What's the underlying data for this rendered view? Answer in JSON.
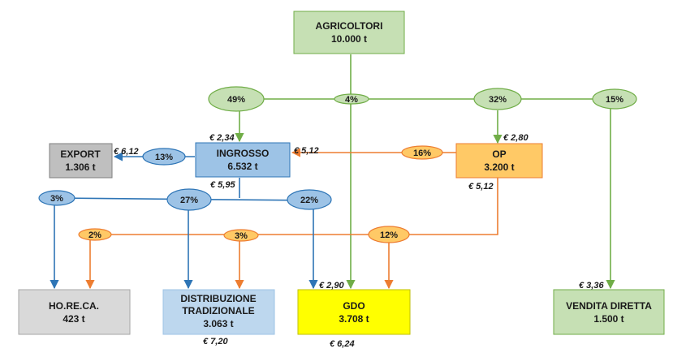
{
  "nodes": {
    "agricoltori": {
      "title": "AGRICOLTORI",
      "value": "10.000 t",
      "fill": "#c6e0b4",
      "stroke": "#70ad47"
    },
    "ingrosso": {
      "title": "INGROSSO",
      "value": "6.532 t",
      "fill": "#9dc3e6",
      "stroke": "#2e75b6"
    },
    "export": {
      "title": "EXPORT",
      "value": "1.306 t",
      "fill": "#bfbfbf",
      "stroke": "#7f7f7f"
    },
    "op": {
      "title": "OP",
      "value": "3.200 t",
      "fill": "#ffc966",
      "stroke": "#ed7d31"
    },
    "horeca": {
      "title": "HO.RE.CA.",
      "value": "423 t",
      "fill": "#d9d9d9",
      "stroke": "#a6a6a6"
    },
    "distribuzione": {
      "title_line1": "DISTRIBUZIONE",
      "title_line2": "TRADIZIONALE",
      "value": "3.063 t",
      "fill": "#bdd7ee",
      "stroke": "#9dc3e6"
    },
    "gdo": {
      "title": "GDO",
      "value": "3.708 t",
      "fill": "#ffff00",
      "stroke": "#bfbf00"
    },
    "vendita": {
      "title": "VENDITA DIRETTA",
      "value": "1.500 t",
      "fill": "#c6e0b4",
      "stroke": "#70ad47"
    }
  },
  "flows": {
    "green": {
      "a": "49%",
      "b": "4%",
      "c": "32%",
      "d": "15%"
    },
    "blue": {
      "export": "13%",
      "horeca": "3%",
      "distribuzione": "27%",
      "gdo": "22%"
    },
    "orange": {
      "ingrosso": "16%",
      "horeca": "2%",
      "distribuzione": "3%",
      "gdo": "12%"
    }
  },
  "prices": {
    "ingrosso_in": "€ 2,34",
    "ingrosso_out": "€ 5,95",
    "export": "€ 6,12",
    "ingrosso_from_op": "€ 5,12",
    "op_in": "€ 2,80",
    "op_out": "€ 5,12",
    "gdo_in": "€ 2,90",
    "gdo_out": "€ 6,24",
    "distribuzione_out": "€ 7,20",
    "vendita_in": "€ 3,36"
  },
  "colors": {
    "green_line": "#70ad47",
    "green_ellipse_fill": "#c6e0b4",
    "blue_line": "#2e75b6",
    "blue_ellipse_fill": "#9dc3e6",
    "orange_line": "#ed7d31",
    "orange_ellipse_fill": "#ffc966"
  }
}
